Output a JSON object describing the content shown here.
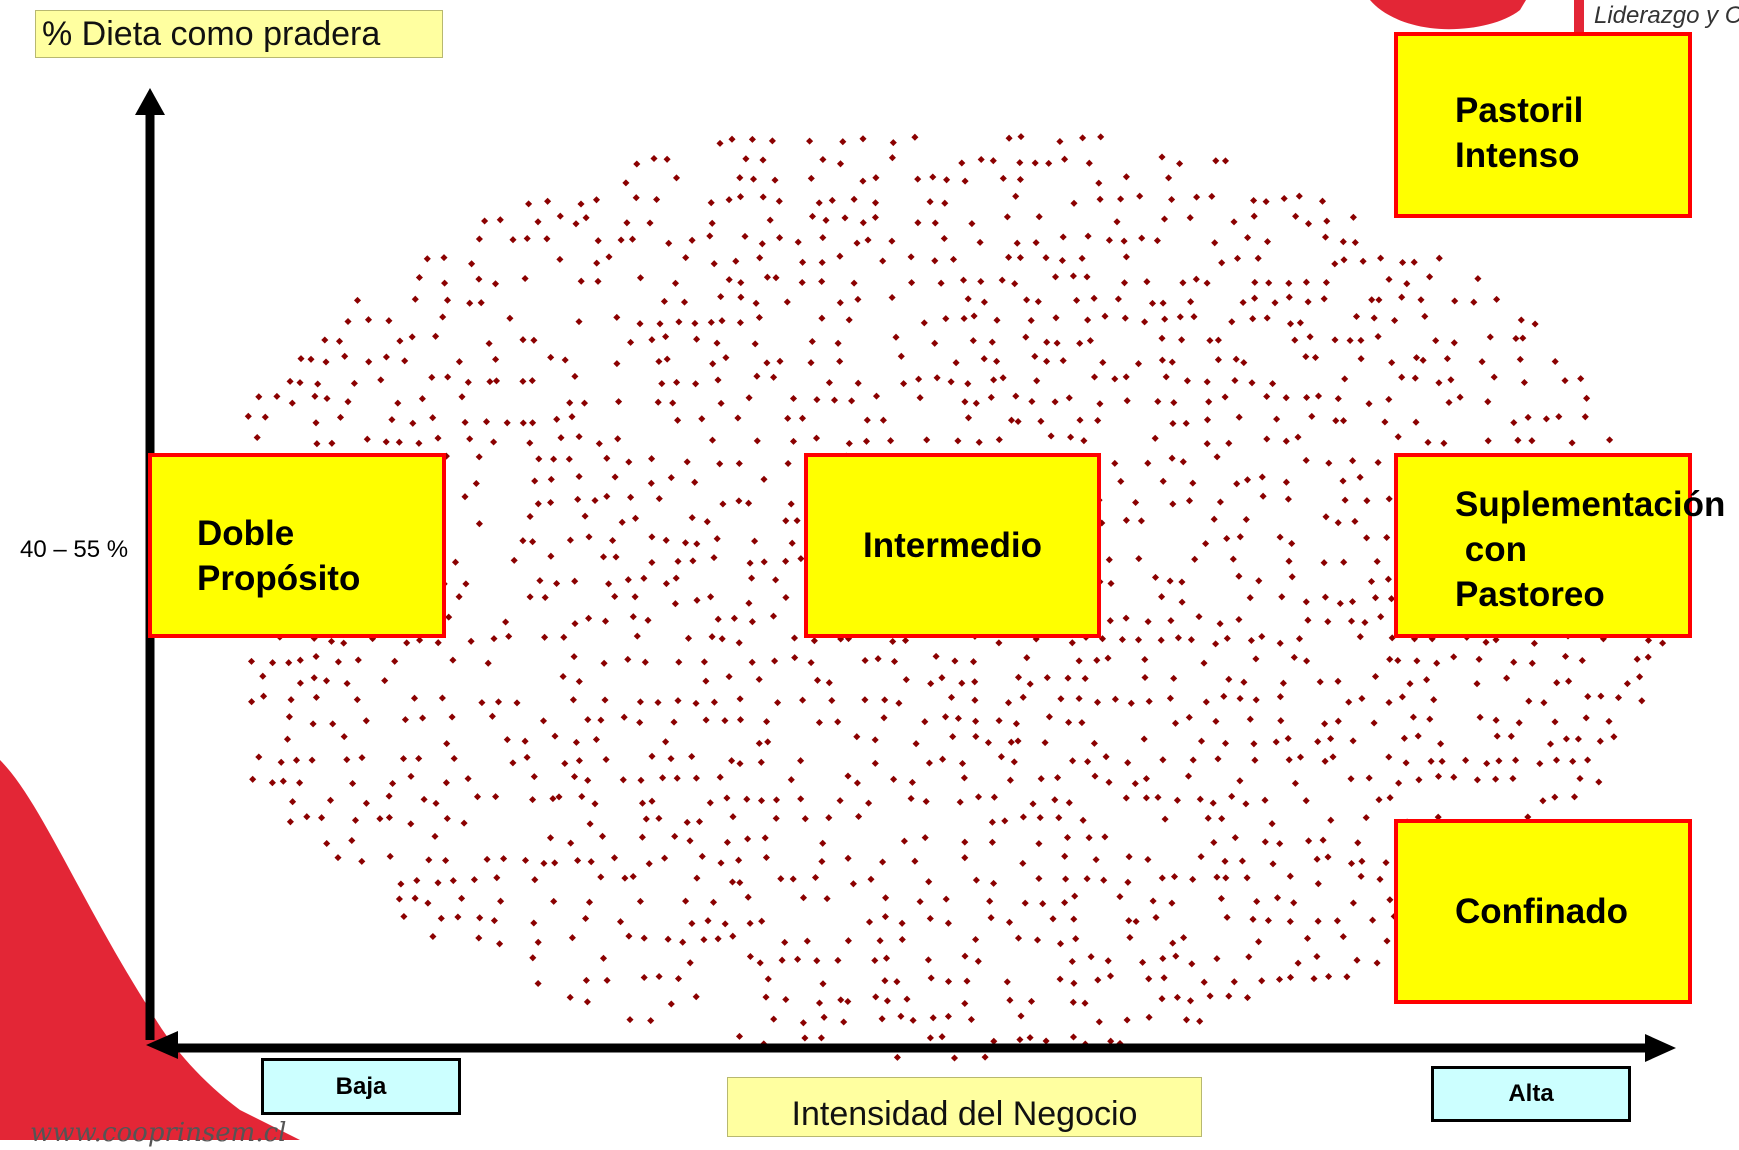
{
  "brand": {
    "tagline": "Liderazgo y Co",
    "website": "www.cooprinsem.cl",
    "accent_color": "#e32636"
  },
  "axes": {
    "y_title": "% Dieta como pradera",
    "x_title": "Intensidad del Negocio",
    "x_low": "Baja",
    "x_high": "Alta",
    "y_range_label": "40 – 55 %"
  },
  "quadrants": {
    "pastoril": [
      "Pastoril",
      "Intenso"
    ],
    "doble": [
      "Doble",
      "Propósito"
    ],
    "intermedio": "Intermedio",
    "suplementacion": [
      "Suplementación",
      " con",
      "Pastoreo"
    ],
    "confinado": "Confinado"
  },
  "colors": {
    "box_fill": "#ffff00",
    "box_border": "#ff0000",
    "label_fill": "#ffffa0",
    "tick_fill": "#ccffff",
    "dot_fill": "#8b0000"
  }
}
